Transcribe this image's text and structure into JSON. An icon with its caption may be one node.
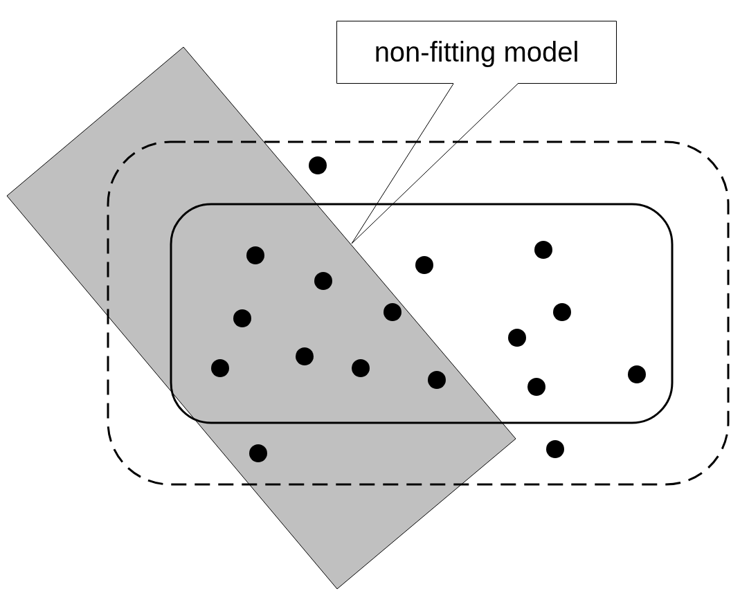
{
  "diagram": {
    "nodes": [
      {
        "text": [
          "non-fitting model"
        ]
      },
      {
        "text": [],
        "shape": "box"
      }
    ],
    "edges": [
      {
        "from": 0,
        "to": 1,
        "arrow": "none"
      }
    ]
  }
}
